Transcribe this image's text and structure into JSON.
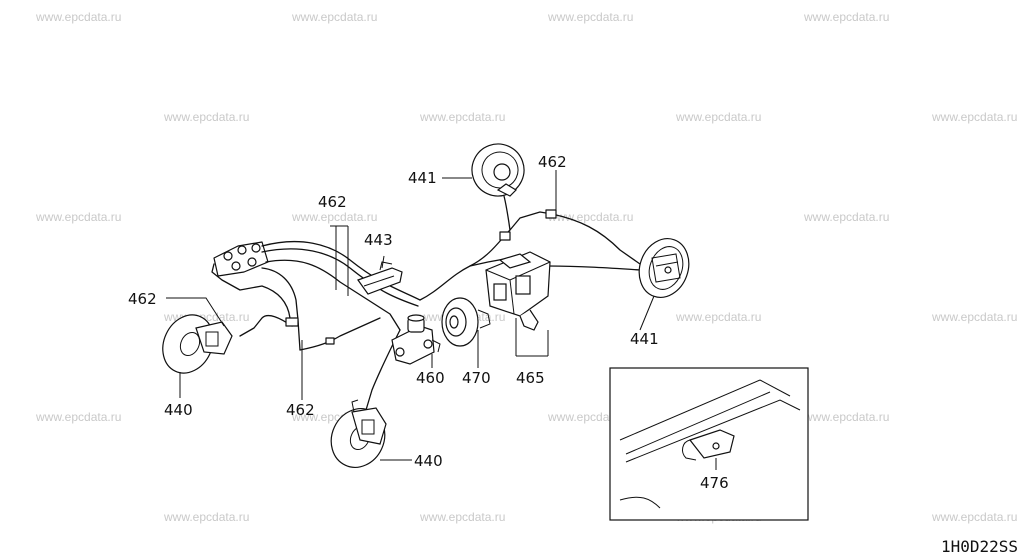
{
  "watermarks": [
    "www.epcdata.ru"
  ],
  "diagram_code": "1H0D22SS",
  "part_labels": {
    "p441_top": "441",
    "p462_top": "462",
    "p462_mid": "462",
    "p443": "443",
    "p462_left": "462",
    "p441_right": "441",
    "p460": "460",
    "p470": "470",
    "p465": "465",
    "p440_left": "440",
    "p462_bottom": "462",
    "p440_bottom": "440",
    "p476": "476"
  }
}
